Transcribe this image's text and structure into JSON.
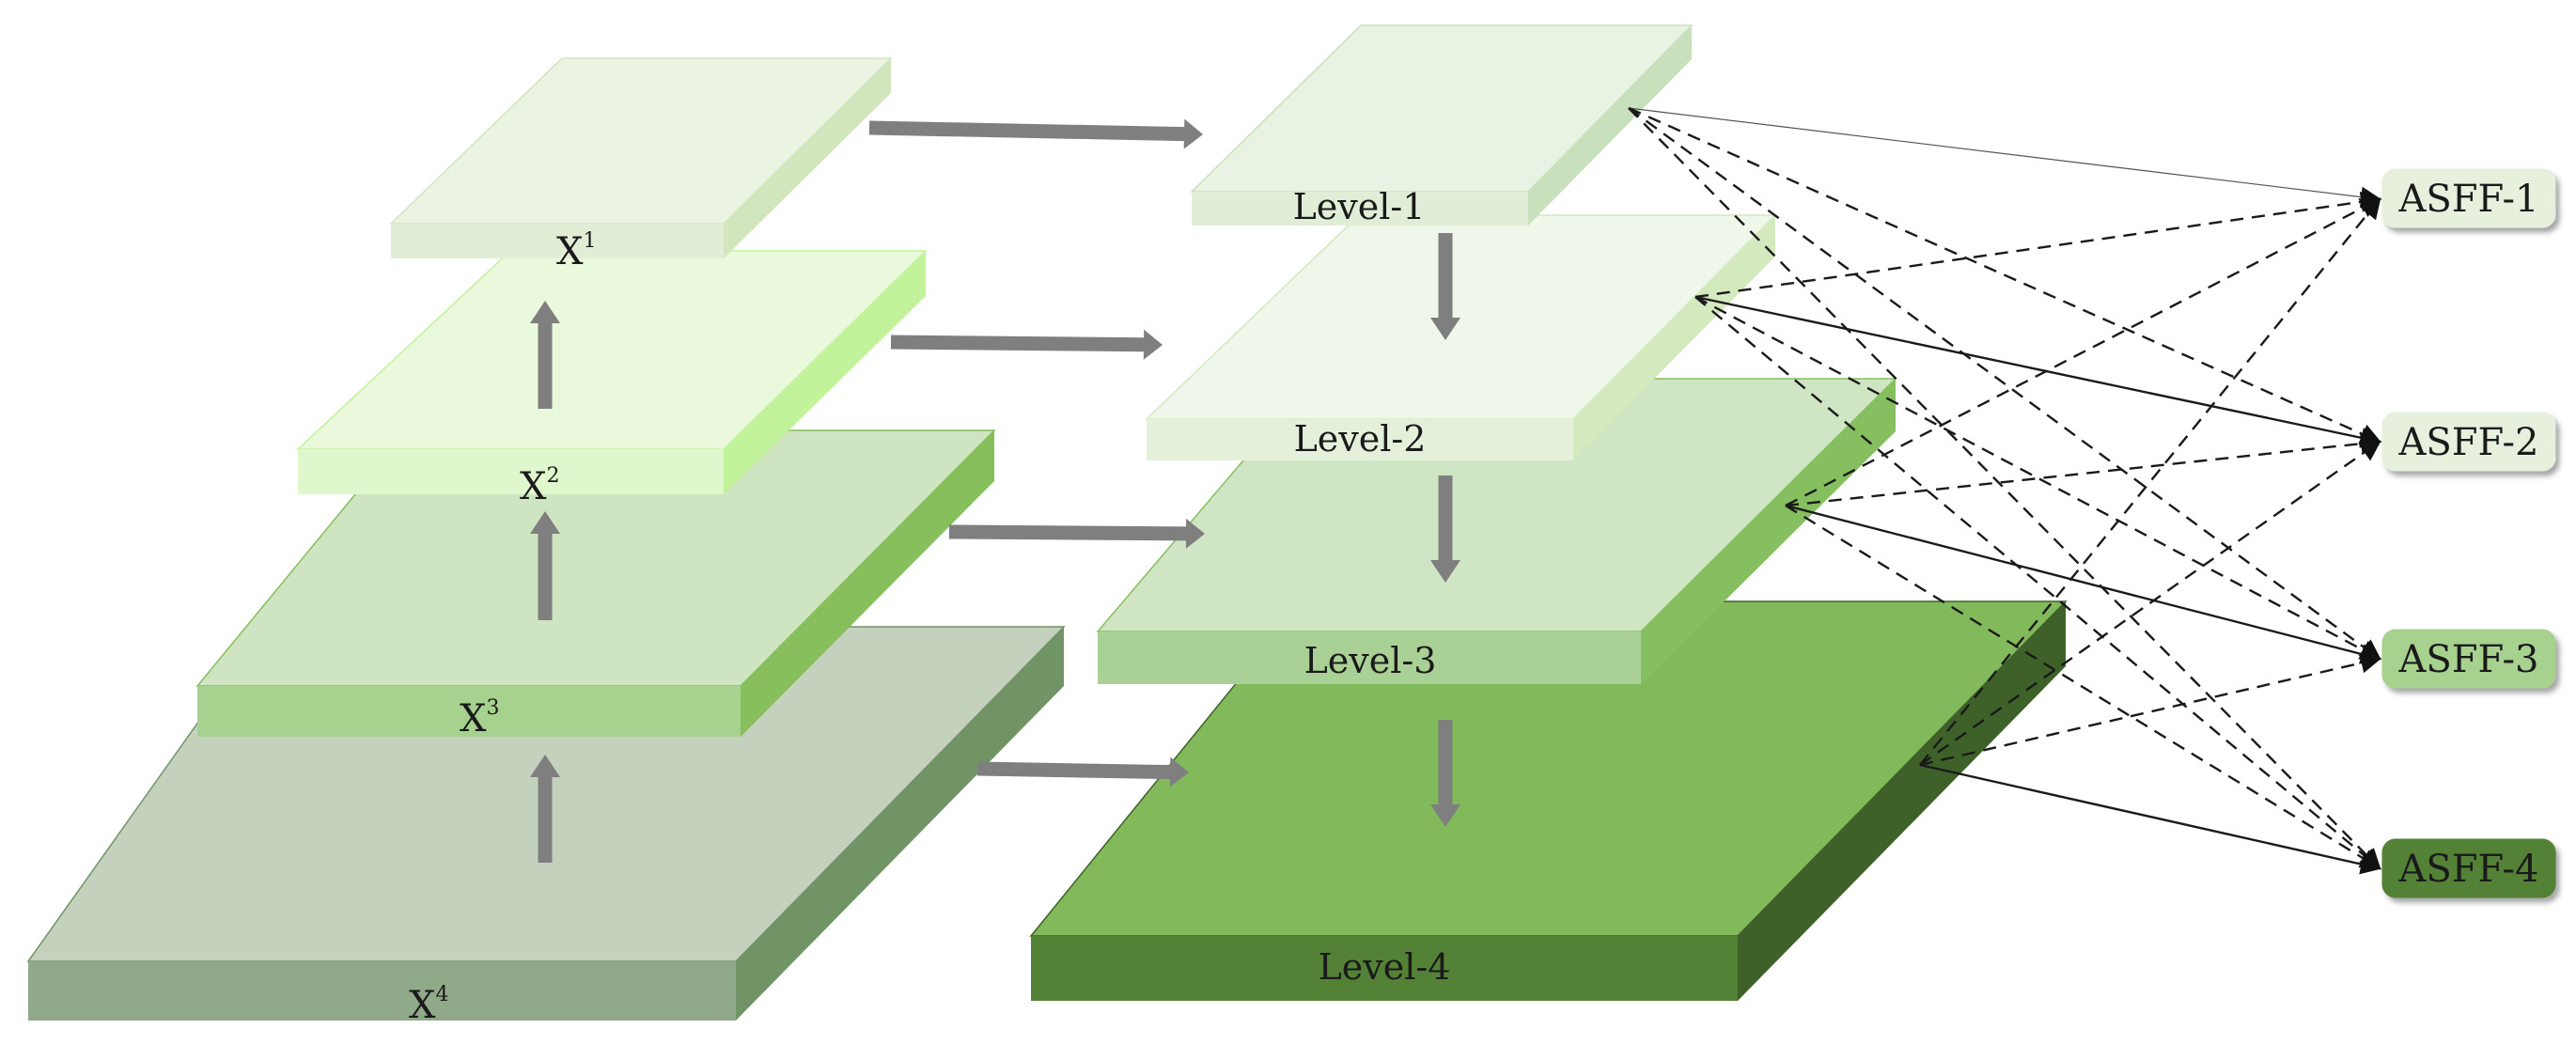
{
  "left_pyramid": [
    {
      "base": "X",
      "sup": "1"
    },
    {
      "base": "X",
      "sup": "2"
    },
    {
      "base": "X",
      "sup": "3"
    },
    {
      "base": "X",
      "sup": "4"
    }
  ],
  "levels": [
    "Level-1",
    "Level-2",
    "Level-3",
    "Level-4"
  ],
  "asff": [
    "ASFF-1",
    "ASFF-2",
    "ASFF-3",
    "ASFF-4"
  ],
  "colors": {
    "arrow_gray": "#7f7f7f",
    "x1": {
      "top": "#ebf3e2",
      "front": "#e2edd6",
      "side": "#d1e6bd"
    },
    "x2": {
      "top": "#eaf9dc",
      "front": "#e0f6cc",
      "side": "#c2f29a"
    },
    "x3": {
      "top": "#cfe4c1",
      "front": "#a6d18e",
      "side": "#86bf5c"
    },
    "x4": {
      "top": "#c3d1bd",
      "front": "#90a988",
      "side": "#719466"
    },
    "l1": {
      "top": "#e9f3e4",
      "front": "#e0edd7",
      "side": "#c8e0bb"
    },
    "l2": {
      "top": "#eff7ea",
      "front": "#e4f0da",
      "side": "#d4e9bd"
    },
    "l3": {
      "top": "#d0e5c4",
      "front": "#a9d196",
      "side": "#86bf5f"
    },
    "l4": {
      "top": "#82ba5b",
      "front": "#538135",
      "side": "#3d6128"
    },
    "asff_fill": [
      "#e6f0dc",
      "#e6f0dc",
      "#a6d18e",
      "#538135"
    ]
  }
}
